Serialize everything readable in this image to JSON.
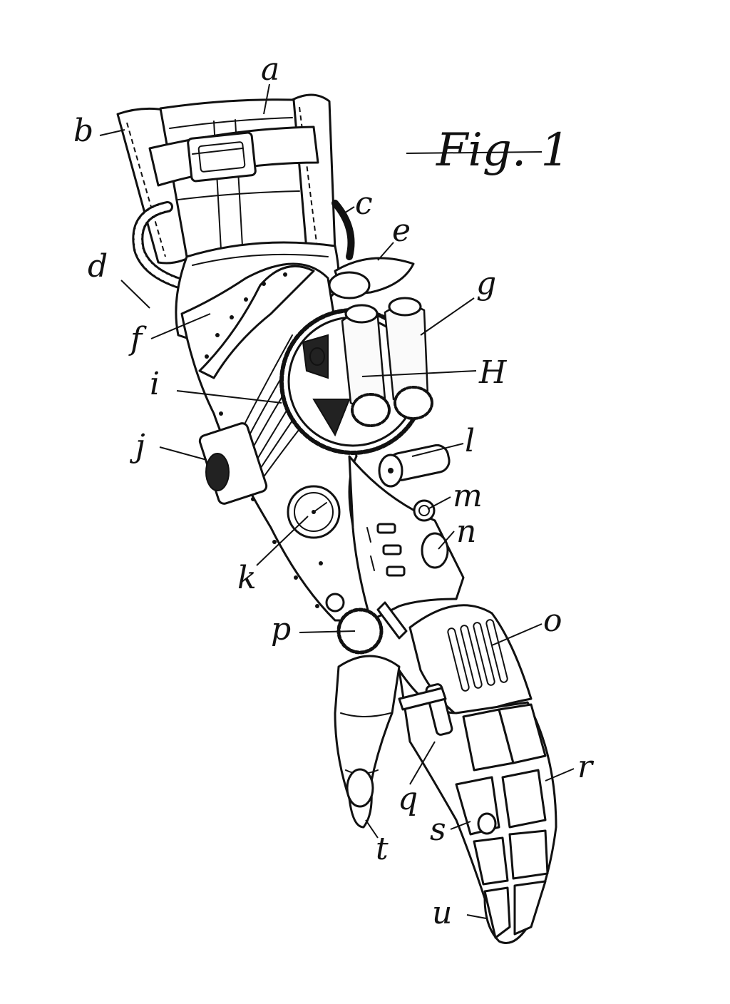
{
  "figure": {
    "title": "Fig. 1",
    "labels": {
      "a": "a",
      "b": "b",
      "c": "c",
      "d": "d",
      "e": "e",
      "f": "f",
      "g": "g",
      "H": "H",
      "i": "i",
      "j": "j",
      "k": "k",
      "l": "l",
      "m": "m",
      "n": "n",
      "o": "o",
      "p": "p",
      "q": "q",
      "r": "r",
      "s": "s",
      "t": "t",
      "u": "u"
    }
  },
  "colors": {
    "ink": "#111111",
    "paper": "#ffffff"
  },
  "icons": [
    "mechanical-arm-illustration",
    "pressure-gauge-icon",
    "knob-icon",
    "gear-icon"
  ]
}
